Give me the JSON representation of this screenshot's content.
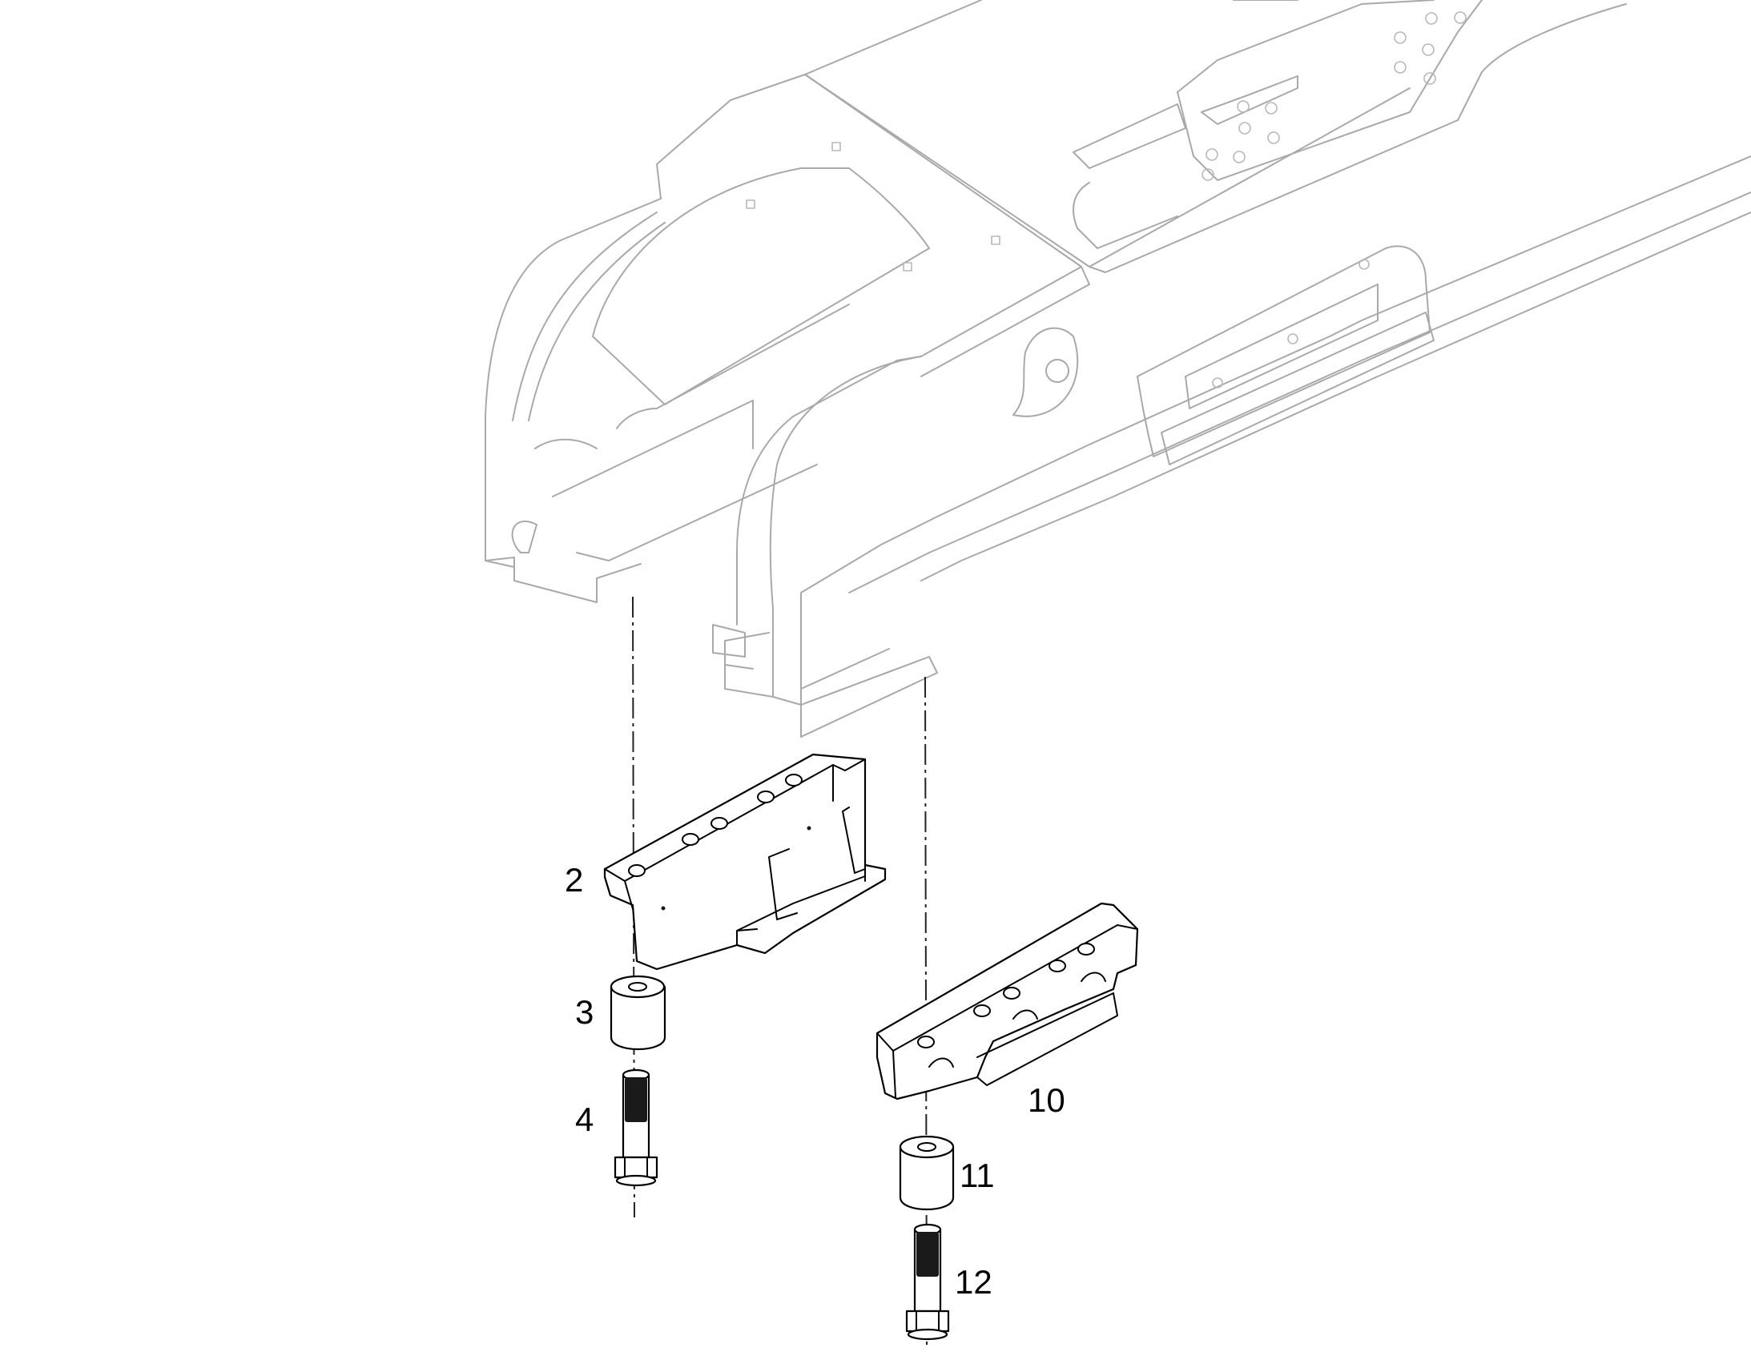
{
  "callouts": {
    "c2": "2",
    "c3": "3",
    "c4": "4",
    "c10": "10",
    "c11": "11",
    "c12": "12"
  },
  "colors": {
    "frame": "#a9a9a9",
    "parts": "#000000",
    "background": "#ffffff"
  }
}
